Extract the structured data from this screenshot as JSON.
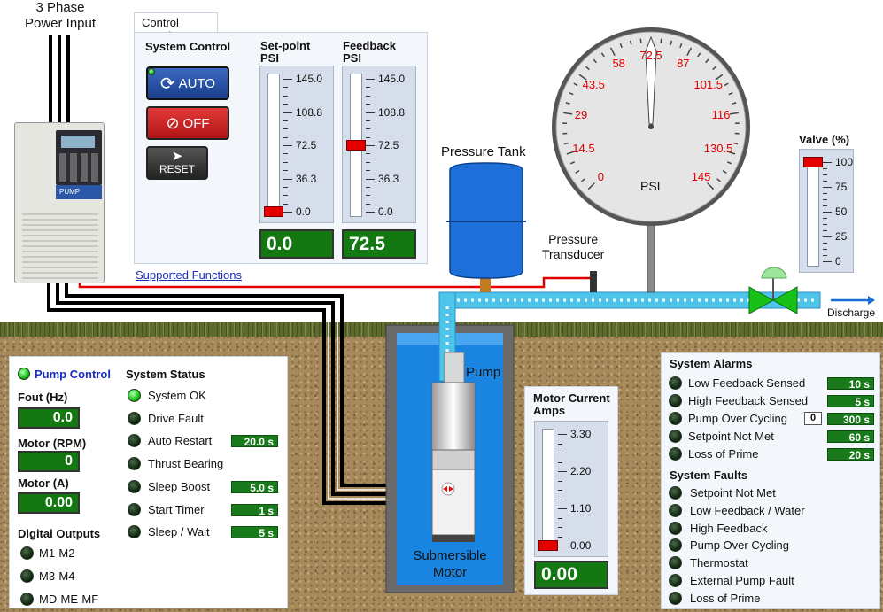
{
  "labels": {
    "power_input": "3 Phase\nPower Input",
    "pressure_tank": "Pressure Tank",
    "transducer": "Pressure\nTransducer",
    "pump": "Pump",
    "submersible": "Submersible\nMotor",
    "discharge": "Discharge"
  },
  "control_panel": {
    "tab": "Control Panel",
    "system_control": "System Control",
    "auto": "AUTO",
    "off": "OFF",
    "reset": "RESET",
    "setpoint_title": "Set-point\nPSI",
    "feedback_title": "Feedback\nPSI",
    "scale": [
      "145.0",
      "108.8",
      "72.5",
      "36.3",
      "0.0"
    ],
    "setpoint_value": "0.0",
    "feedback_value": "72.5",
    "setpoint_level": 0.0,
    "feedback_level": 0.5,
    "link": "Supported Functions"
  },
  "gauge": {
    "unit": "PSI",
    "labels": [
      "0",
      "14.5",
      "29",
      "43.5",
      "58",
      "72.5",
      "87",
      "101.5",
      "116",
      "130.5",
      "145"
    ],
    "needle_value": 72.5
  },
  "valve": {
    "title": "Valve (%)",
    "scale": [
      "100",
      "75",
      "50",
      "25",
      "0"
    ],
    "level": 1.0
  },
  "pump_control": {
    "title": "Pump Control",
    "fout_label": "Fout (Hz)",
    "fout": "0.0",
    "rpm_label": "Motor (RPM)",
    "rpm": "0",
    "amps_label": "Motor (A)",
    "amps": "0.00",
    "digital_title": "Digital Outputs",
    "outputs": [
      "M1-M2",
      "M3-M4",
      "MD-ME-MF"
    ],
    "status_title": "System Status",
    "status": [
      {
        "label": "System OK",
        "value": "",
        "on": true
      },
      {
        "label": "Drive Fault",
        "value": "",
        "on": false
      },
      {
        "label": "Auto Restart",
        "value": "20.0 s",
        "on": false
      },
      {
        "label": "Thrust Bearing",
        "value": "",
        "on": false
      },
      {
        "label": "Sleep Boost",
        "value": "5.0 s",
        "on": false
      },
      {
        "label": "Start Timer",
        "value": "1 s",
        "on": false
      },
      {
        "label": "Sleep / Wait",
        "value": "5 s",
        "on": false
      }
    ]
  },
  "motor_current": {
    "title": "Motor Current\nAmps",
    "scale": [
      "3.30",
      "2.20",
      "1.10",
      "0.00"
    ],
    "value": "0.00",
    "level": 0.0
  },
  "alarms": {
    "title": "System Alarms",
    "items": [
      {
        "label": "Low Feedback Sensed",
        "value": "10 s",
        "count": ""
      },
      {
        "label": "High Feedback Sensed",
        "value": "5 s",
        "count": ""
      },
      {
        "label": "Pump Over Cycling",
        "value": "300 s",
        "count": "0"
      },
      {
        "label": "Setpoint Not Met",
        "value": "60 s",
        "count": ""
      },
      {
        "label": "Loss of Prime",
        "value": "20 s",
        "count": ""
      }
    ],
    "faults_title": "System Faults",
    "faults": [
      "Setpoint Not Met",
      "Low Feedback / Water",
      "High Feedback",
      "Pump Over Cycling",
      "Thermostat",
      "External Pump Fault",
      "Loss of Prime"
    ]
  },
  "colors": {
    "pipe": "#4fc4ea",
    "wire_red": "#e00000",
    "led_on": "#16c416",
    "readout": "#187a1a",
    "gauge_text": "#e00000"
  }
}
